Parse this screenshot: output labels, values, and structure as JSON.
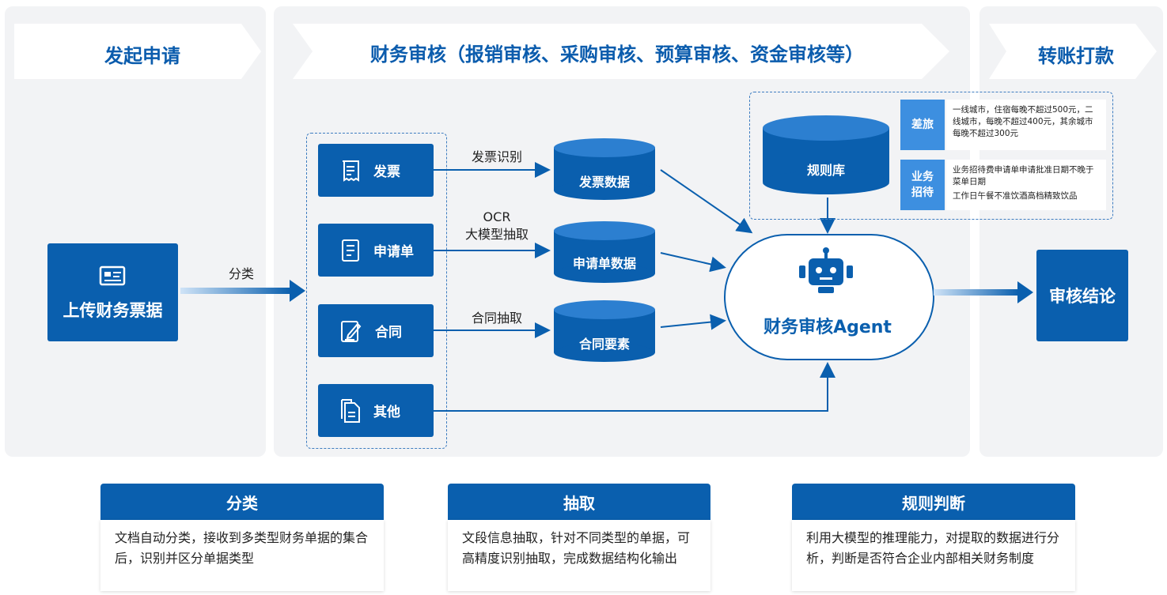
{
  "stages": {
    "initiate": "发起申请",
    "audit": "财务审核（报销审核、采购审核、预算审核、资金审核等）",
    "transfer": "转账打款"
  },
  "upload": {
    "label": "上传财务票据",
    "icon": "receipt-icon"
  },
  "classify_arrow_label": "分类",
  "documents": [
    {
      "label": "发票",
      "icon": "invoice-icon"
    },
    {
      "label": "申请单",
      "icon": "form-icon"
    },
    {
      "label": "合同",
      "icon": "contract-icon"
    },
    {
      "label": "其他",
      "icon": "file-icon"
    }
  ],
  "extract_labels": {
    "invoice": "发票识别",
    "form_line1": "OCR",
    "form_line2": "大模型抽取",
    "contract": "合同抽取"
  },
  "databases": {
    "invoice": "发票数据",
    "form": "申请单数据",
    "contract": "合同要素",
    "rules": "规则库"
  },
  "rules": [
    {
      "tag": "差旅",
      "text": "一线城市，住宿每晚不超过500元，二线城市，每晚不超过400元，其余城市每晚不超过300元"
    },
    {
      "tag": "业务招待",
      "text_line1": "业务招待费申请单申请批准日期不晚于菜单日期",
      "text_line2": "工作日午餐不准饮酒高档精致饮品"
    }
  ],
  "agent": {
    "label": "财务审核Agent",
    "icon": "robot-icon"
  },
  "conclusion": "审核结论",
  "cards": [
    {
      "title": "分类",
      "body": "文档自动分类，接收到多类型财务单据的集合后，识别并区分单据类型"
    },
    {
      "title": "抽取",
      "body": "文段信息抽取，针对不同类型的单据，可高精度识别抽取，完成数据结构化输出"
    },
    {
      "title": "规则判断",
      "body": "利用大模型的推理能力，对提取的数据进行分析，判断是否符合企业内部相关财务制度"
    }
  ],
  "colors": {
    "primary": "#0a5fae",
    "light": "#3d8fe0",
    "panel": "#f2f3f5"
  }
}
